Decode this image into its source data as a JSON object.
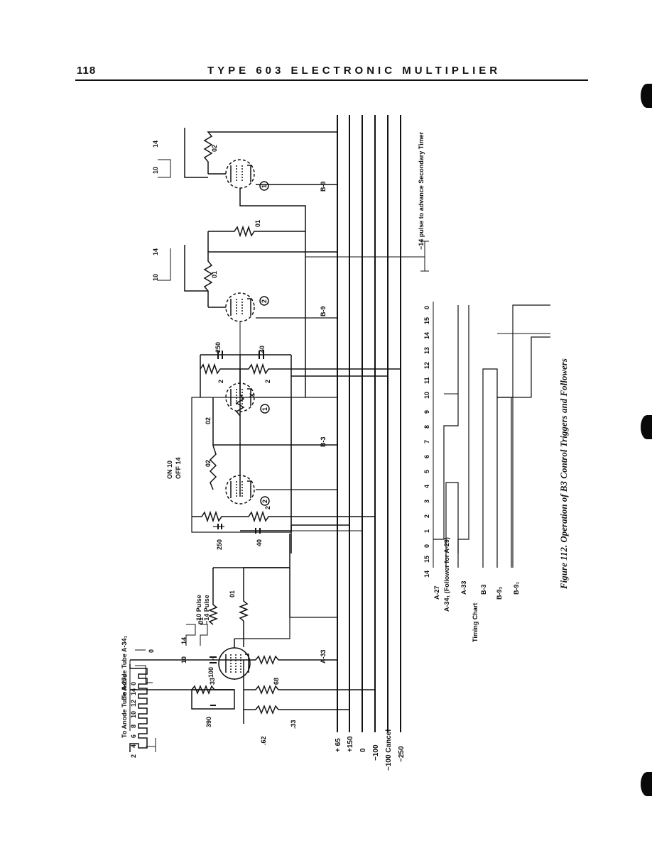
{
  "header": {
    "page_number": "118",
    "title": "TYPE 603 ELECTRONIC MULTIPLIER"
  },
  "figure": {
    "caption": "Figure 112. Operation of B3 Control Triggers and Followers"
  },
  "buses": [
    "+ 65",
    "+150",
    "0",
    "−100",
    "−100 Cancel",
    "−250"
  ],
  "inputs": {
    "anode_a27": "To Anode Tube A-27₁",
    "anode_a34": "To Anode Tube A-34₁",
    "pulse_train": [
      "2",
      "4",
      "6",
      "8",
      "10",
      "12",
      "14",
      "0"
    ],
    "pulse_0": "0",
    "pulse_1014": [
      "10",
      "14"
    ],
    "pulse_labels": [
      "−10 Pulse",
      "−14 Pulse"
    ]
  },
  "components": {
    "c100": "100",
    "c390": "390",
    "r62": ".62",
    "r33": ".33",
    "r33b": "33",
    "r68": "68",
    "r01a": "01",
    "r01b": "01",
    "c250a": "250",
    "c40a": "40",
    "r2a": "2",
    "r02a": "02",
    "r02b": "02",
    "r2b": "2",
    "r2c": "2",
    "c250b": "250",
    "c40b": "40",
    "r01c": "01",
    "r01d": "01",
    "r02c": "02",
    "tube_a": "A-33",
    "tube_b3": "B-3",
    "tube_b9a": "B-9",
    "tube_b9b": "B-9",
    "onoff": "ON 10\nOFF 14",
    "x": "X",
    "sec_2a": "2",
    "sec_1a": "1",
    "sec_2b": "2",
    "sec_1b": "1",
    "advance": "−14 pulse to advance Secondary Timer",
    "out1": [
      "10",
      "14"
    ],
    "out2": [
      "10",
      "14"
    ]
  },
  "timing": {
    "title": "Timing Chart",
    "ticks": [
      "14",
      "15",
      "0",
      "1",
      "2",
      "3",
      "4",
      "5",
      "6",
      "7",
      "8",
      "9",
      "10",
      "11",
      "12",
      "13",
      "14",
      "15",
      "0"
    ],
    "rows": [
      "A-27",
      "A-34₁ (Follower for A-29)",
      "A-33",
      "B-3",
      "B-9₂",
      "B-9₁"
    ],
    "pulse_marks": [
      "0",
      "14",
      "12",
      "8",
      "10",
      "0",
      "14",
      "10",
      "14",
      "10"
    ]
  }
}
